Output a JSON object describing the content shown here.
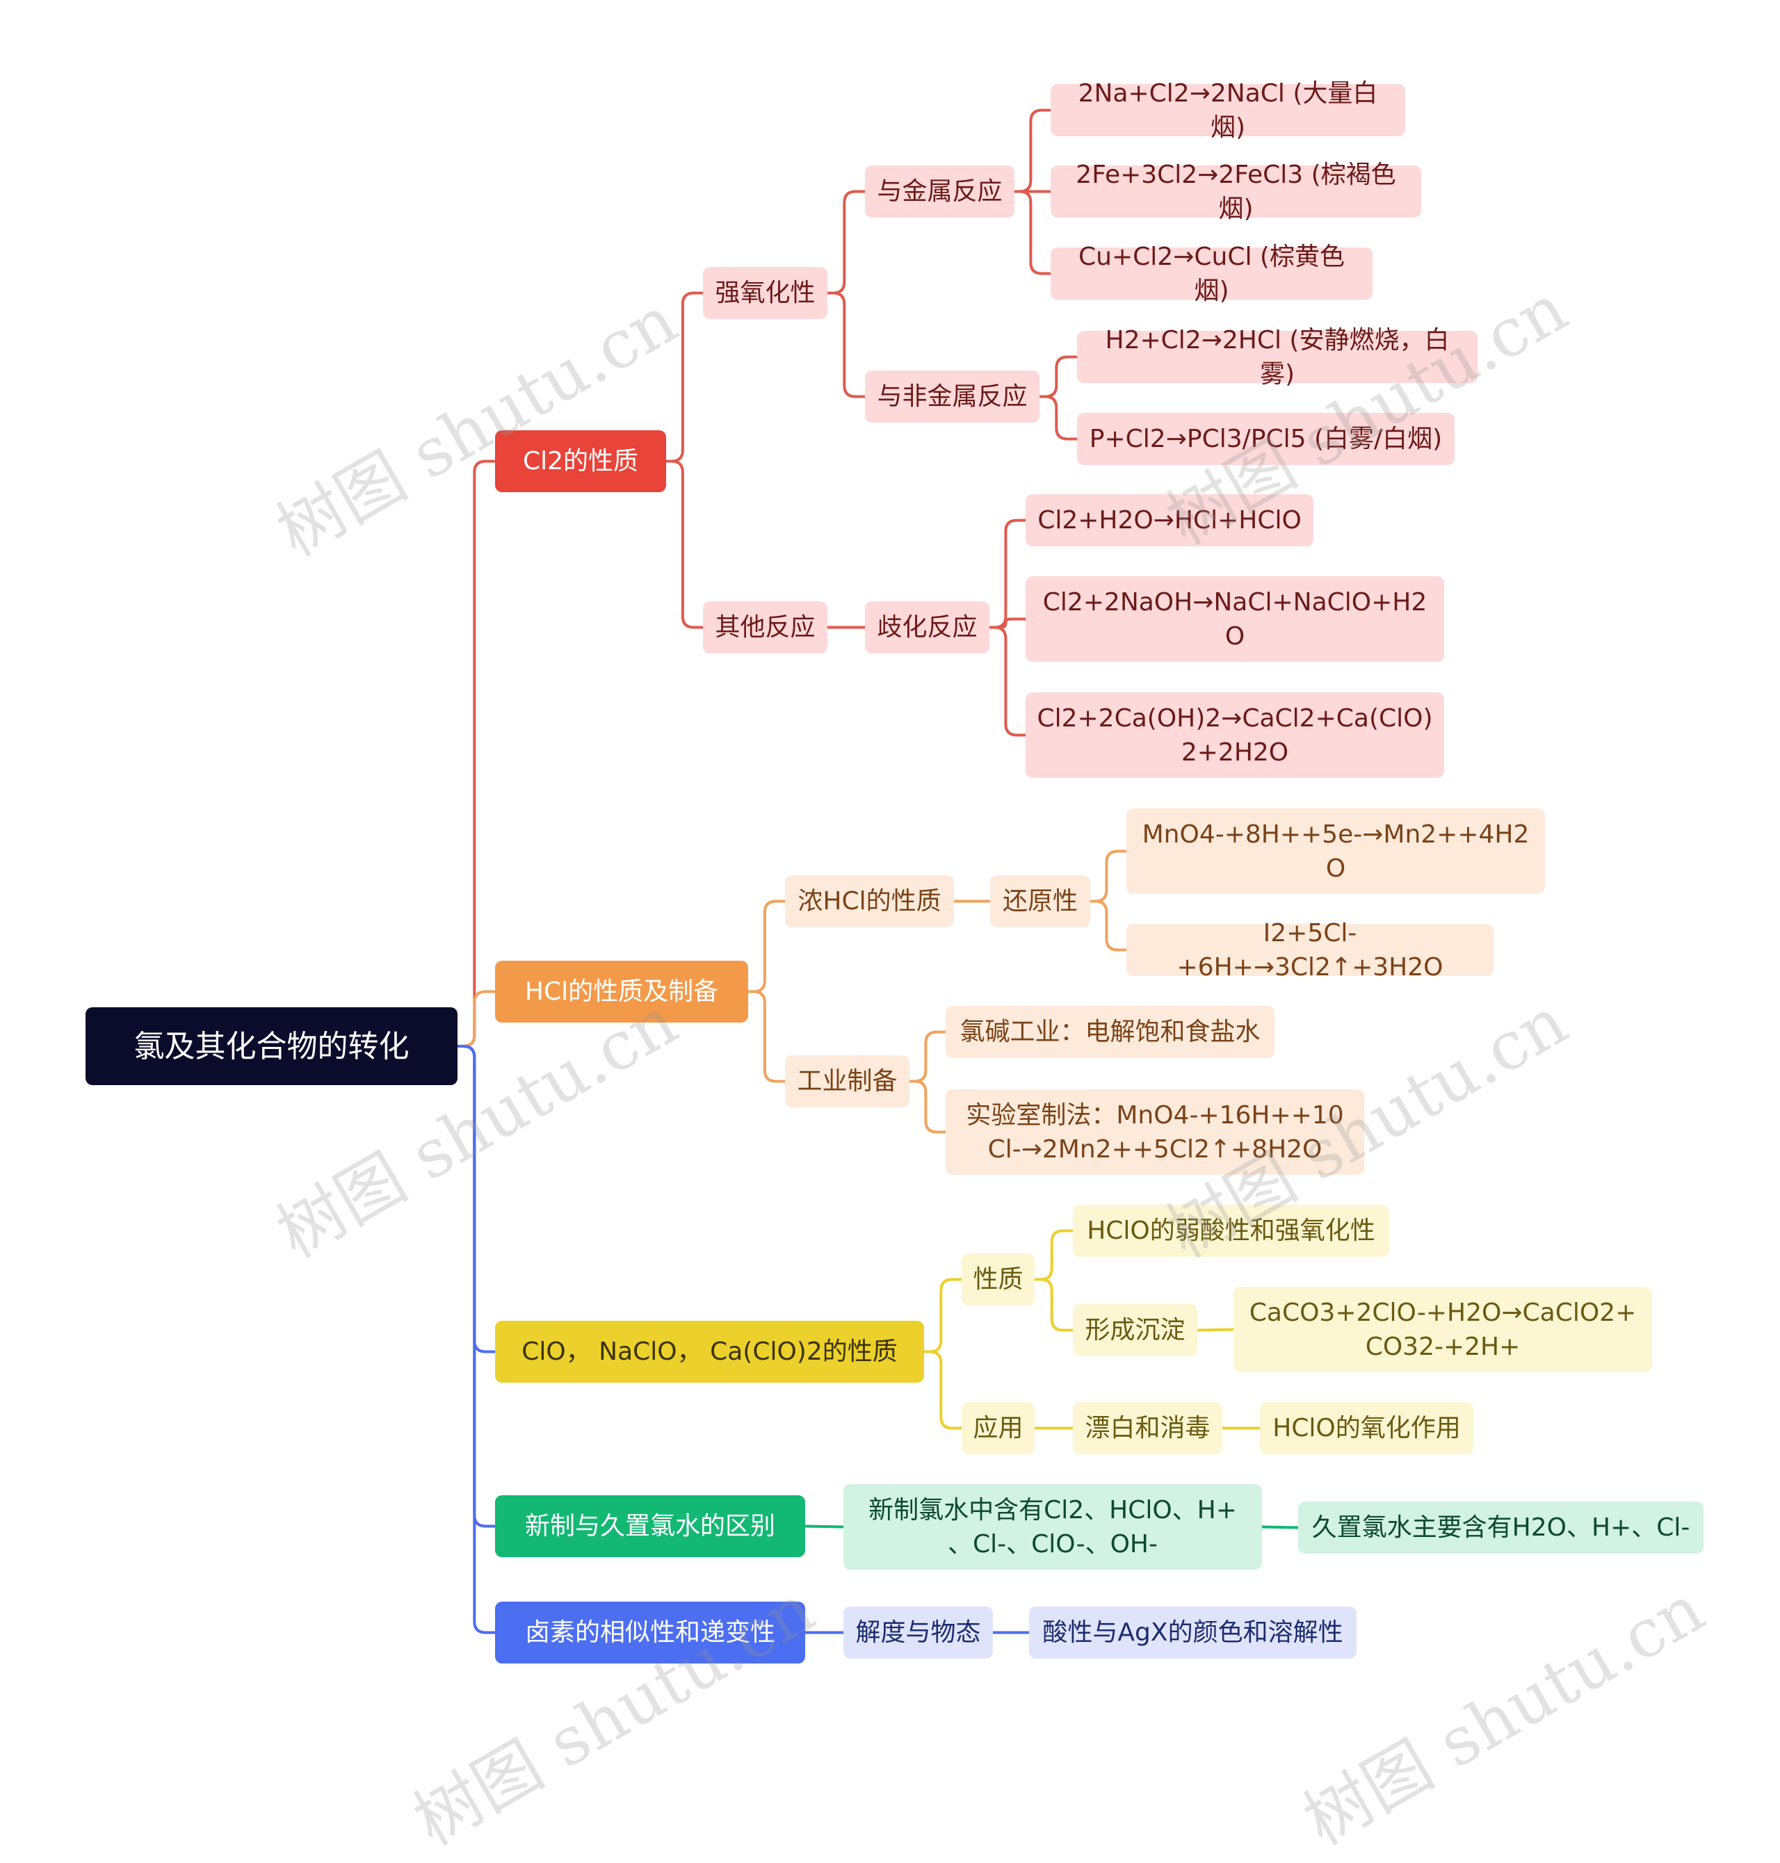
{
  "root": "氯及其化合物的转化",
  "branches": {
    "cl2": {
      "label": "Cl2的性质",
      "strong_ox": "强氧化性",
      "with_metal": "与金属反应",
      "metal_rxns": [
        "2Na+Cl2→2NaCl (大量白烟)",
        "2Fe+3Cl2→2FeCl3 (棕褐色烟)",
        "Cu+Cl2→CuCl (棕黄色烟)"
      ],
      "with_nonmetal": "与非金属反应",
      "nonmetal_rxns": [
        "H2+Cl2→2HCl (安静燃烧，白雾)",
        "P+Cl2→PCl3/PCl5 (白雾/白烟)"
      ],
      "other": "其他反应",
      "dispro": "歧化反应",
      "dispro_rxns": [
        "Cl2+H2O→HCl+HClO",
        "Cl2+2NaOH→NaCl+NaClO+H2\nO",
        "Cl2+2Ca(OH)2→CaCl2+Ca(ClO)\n2+2H2O"
      ]
    },
    "hcl": {
      "label": "HCl的性质及制备",
      "conc": "浓HCl的性质",
      "reducing": "还原性",
      "reducing_rxns": [
        "MnO4-+8H++5e-→Mn2++4H2\nO",
        "I2+5Cl-+6H+→3Cl2↑+3H2O"
      ],
      "industrial": "工业制备",
      "industrial_items": [
        "氯碱工业：电解饱和食盐水",
        "实验室制法：MnO4-+16H++10\nCl-→2Mn2++5Cl2↑+8H2O"
      ]
    },
    "clo": {
      "label": "ClO，  NaClO，  Ca(ClO)2的性质",
      "props": "性质",
      "weak_acid": "HClO的弱酸性和强氧化性",
      "precip": "形成沉淀",
      "precip_rxn": "CaCO3+2ClO-+H2O→CaClO2+\nCO32-+2H+",
      "usage": "应用",
      "bleach": "漂白和消毒",
      "bleach_detail": "HClO的氧化作用"
    },
    "water": {
      "label": "新制与久置氯水的区别",
      "fresh": "新制氯水中含有Cl2、HClO、H+\n、Cl-、ClO-、OH-",
      "aged": "久置氯水主要含有H2O、H+、Cl-"
    },
    "halogen": {
      "label": "卤素的相似性和递变性",
      "solubility": "解度与物态",
      "acidity": "酸性与AgX的颜色和溶解性"
    }
  },
  "colors": {
    "root_bg": "#0b0b2b",
    "red": "#e8443a",
    "red_light": "#fdd9d9",
    "red_text": "#6b1a1a",
    "red_line": "#e05a4e",
    "orange": "#f29a4a",
    "orange_light": "#fdeadb",
    "orange_text": "#7a4318",
    "orange_line": "#f0a35c",
    "yellow": "#ecd02c",
    "yellow_light": "#fcf6d3",
    "yellow_text": "#6a5a10",
    "yellow_line": "#ecd02c",
    "green": "#12b874",
    "green_light": "#d2f2e3",
    "green_text": "#0d4a30",
    "green_line": "#12b874",
    "blue": "#4c6ef0",
    "blue_light": "#dfe4fb",
    "blue_text": "#1c2c6e",
    "blue_line": "#4c6ef0"
  },
  "watermark": "树图 shutu.cn"
}
